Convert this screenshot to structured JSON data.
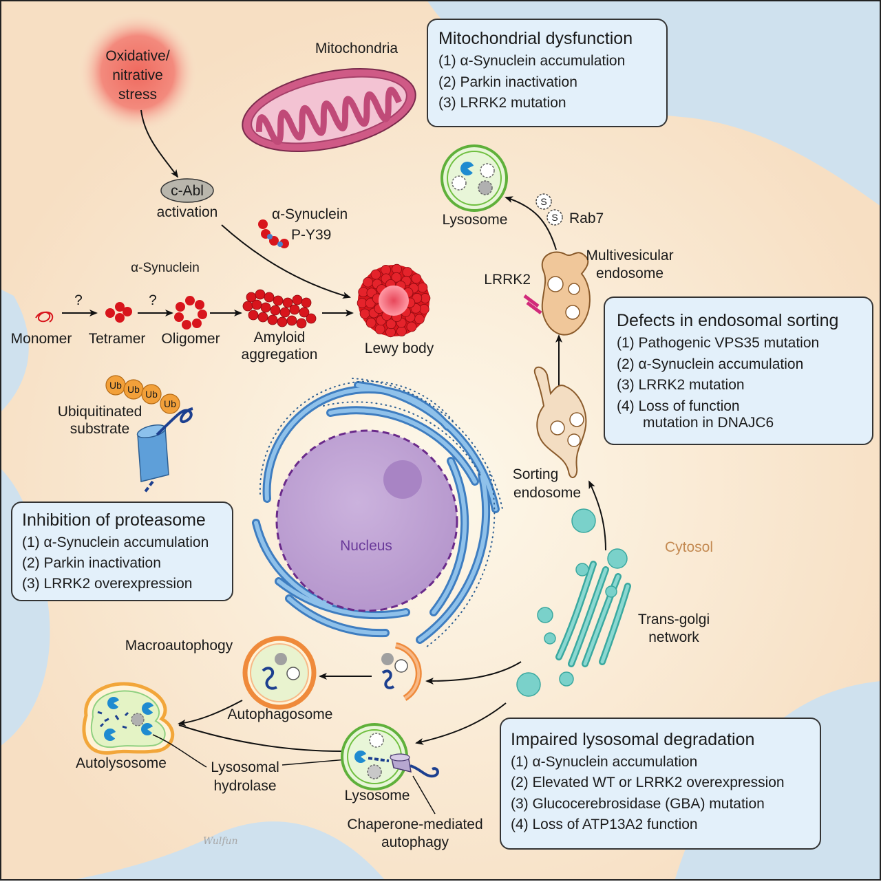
{
  "stress": {
    "line1": "Oxidative/",
    "line2": "nitrative",
    "line3": "stress"
  },
  "cabl": {
    "name": "c-Abl",
    "activation": "activation"
  },
  "mitochondria_label": "Mitochondria",
  "asyn_py39": {
    "line1": "α-Synuclein",
    "line2": "P-Y39"
  },
  "asyn_label": "α-Synuclein",
  "aggregation": {
    "question": "?",
    "monomer": "Monomer",
    "tetramer": "Tetramer",
    "oligomer": "Oligomer",
    "amyloid_line1": "Amyloid",
    "amyloid_line2": "aggregation",
    "lewy": "Lewy body"
  },
  "ubiquitin": {
    "ub": "Ub",
    "substrate_line1": "Ubiquitinated",
    "substrate_line2": "substrate"
  },
  "nucleus_label": "Nucleus",
  "cytosol_label": "Cytosol",
  "endosomal": {
    "lysosome": "Lysosome",
    "rab7": "Rab7",
    "s_glyph": "S",
    "lrrk2": "LRRK2",
    "mve_line1": "Multivesicular",
    "mve_line2": "endosome",
    "sorting_line1": "Sorting",
    "sorting_line2": "endosome",
    "tgn_line1": "Trans-golgi",
    "tgn_line2": "network"
  },
  "autophagy": {
    "macro": "Macroautophogy",
    "autophagosome": "Autophagosome",
    "autolysosome": "Autolysosome",
    "hydrolase_line1": "Lysosomal",
    "hydrolase_line2": "hydrolase",
    "lysosome": "Lysosome",
    "cma_line1": "Chaperone-mediated",
    "cma_line2": "autophagy"
  },
  "boxes": {
    "mito": {
      "title": "Mitochondrial dysfunction",
      "items": [
        "(1) α-Synuclein accumulation",
        "(2) Parkin inactivation",
        "(3) LRRK2 mutation"
      ]
    },
    "endo": {
      "title": "Defects in endosomal sorting",
      "items": [
        "(1) Pathogenic VPS35 mutation",
        "(2) α-Synuclein accumulation",
        "(3) LRRK2 mutation",
        "(4) Loss of function",
        "mutation in DNAJC6"
      ]
    },
    "proteasome": {
      "title": "Inhibition of proteasome",
      "items": [
        "(1) α-Synuclein accumulation",
        "(2) Parkin inactivation",
        "(3) LRRK2 overexpression"
      ]
    },
    "lyso": {
      "title": "Impaired lysosomal degradation",
      "items": [
        "(1) α-Synuclein accumulation",
        "(2) Elevated WT or LRRK2 overexpression",
        "(3) Glucocerebrosidase (GBA) mutation",
        "(4) Loss of ATP13A2 function"
      ]
    }
  },
  "signature": "Wulfun",
  "colors": {
    "background_blue": "#cfe1ee",
    "cell": "#f9e6cf",
    "box_fill": "#e3f0fa",
    "mitochondria": "#cf5a86",
    "protein_red": "#d8151c",
    "er_blue": "#5b96d0",
    "nucleus": "#c3a7d6",
    "golgi": "#78cfc8",
    "lysosome_green": "#6fbf3f",
    "autophagosome_orange": "#ef8a3b",
    "ubiquitin": "#f2a03a",
    "cma_blue": "#1c3f8f"
  }
}
